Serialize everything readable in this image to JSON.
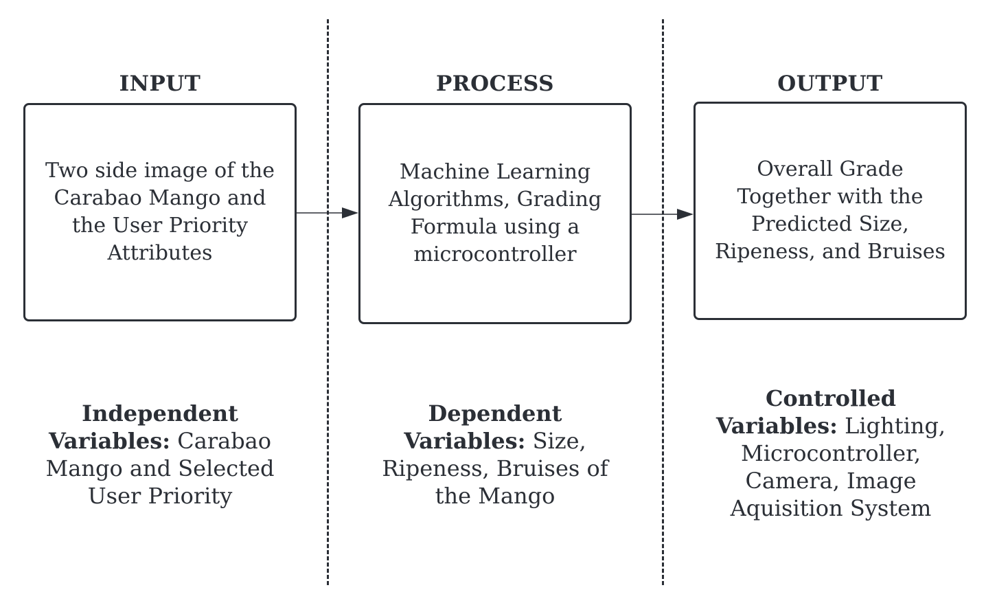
{
  "columns": [
    {
      "title": "INPUT",
      "box_text": "Two side image of the Carabao Mango and the User Priority Attributes",
      "variable_label": "Independent Variables:",
      "variable_text": "Carabao Mango and Selected User Priority"
    },
    {
      "title": "PROCESS",
      "box_text": "Machine Learning Algorithms, Grading Formula using a microcontroller",
      "variable_label": "Dependent Variables:",
      "variable_text": "Size, Ripeness, Bruises of the Mango"
    },
    {
      "title": "OUTPUT",
      "box_text": "Overall Grade Together with the Predicted Size, Ripeness, and Bruises",
      "variable_label": "Controlled Variables:",
      "variable_text": "Lighting, Microcontroller, Camera, Image Aquisition System"
    }
  ],
  "colors": {
    "ink": "#2b2f36",
    "background": "#ffffff"
  }
}
